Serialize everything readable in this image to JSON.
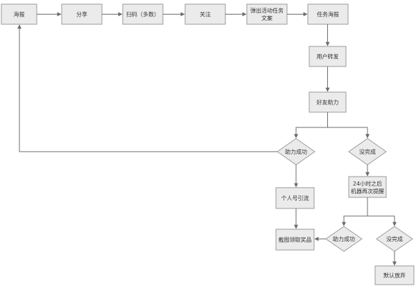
{
  "nodes": {
    "poster": "海报",
    "share": "分享",
    "scan": "扫码（多数）",
    "follow": "关注",
    "popup": [
      "弹出活动任务",
      "文案"
    ],
    "task_poster": "任务海报",
    "user_forward": "用户转发",
    "friend_help": "好友助力",
    "help_success": "助力成功",
    "not_complete": "没完成",
    "after_24h": [
      "24小时之后",
      "机器再次提醒"
    ],
    "personal_account": "个人号引流",
    "screenshot_prize": "截图领取奖品",
    "help_success_2": "助力成功",
    "not_complete_2": "没完成",
    "default_give_up": "默认放弃"
  }
}
